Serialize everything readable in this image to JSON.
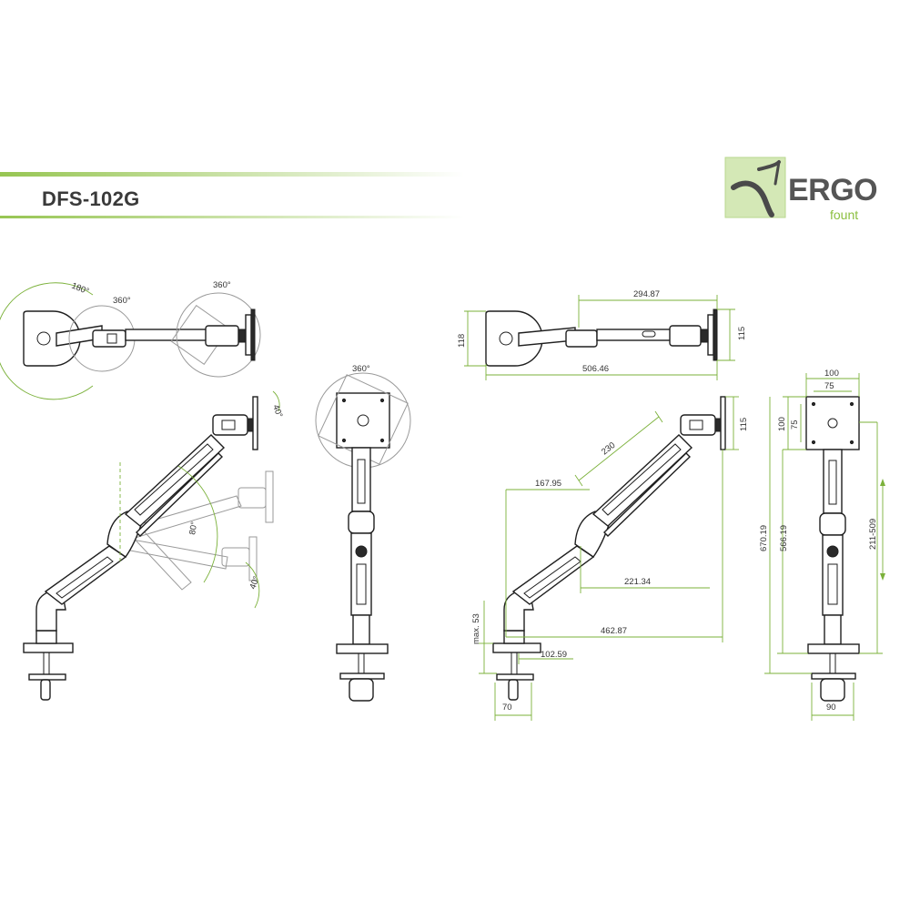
{
  "header": {
    "model": "DFS-102G",
    "brand": "ERGO",
    "brand_sub": "fount",
    "accent_color": "#8bbf3f",
    "line_color": "#333333",
    "icon": "ergofount-logo-icon"
  },
  "top_view": {
    "rotation_base": "180°",
    "rotation_joint": "360°",
    "rotation_head": "360°"
  },
  "side_view": {
    "tilt_up": "40°",
    "arm_range": "80°",
    "tilt_down": "40°"
  },
  "front_view": {
    "rotation": "360°"
  },
  "dims_top": {
    "extension": "294.87",
    "total_length": "506.46",
    "arm_height": "118",
    "plate_height": "115"
  },
  "dims_side": {
    "plate_height": "115",
    "upper_arm": "230",
    "upper_reach": "167.95",
    "lower_reach": "221.34",
    "max_reach": "462.87",
    "clamp_max": "max. 53",
    "base_offset": "102.59",
    "clamp_width": "70"
  },
  "dims_front": {
    "vesa_outer_w": "100",
    "vesa_inner_w": "75",
    "vesa_outer_h": "100",
    "vesa_inner_h": "75",
    "total_height": "670.19",
    "pole_height": "566.19",
    "height_range": "211-509",
    "base_width": "90"
  }
}
